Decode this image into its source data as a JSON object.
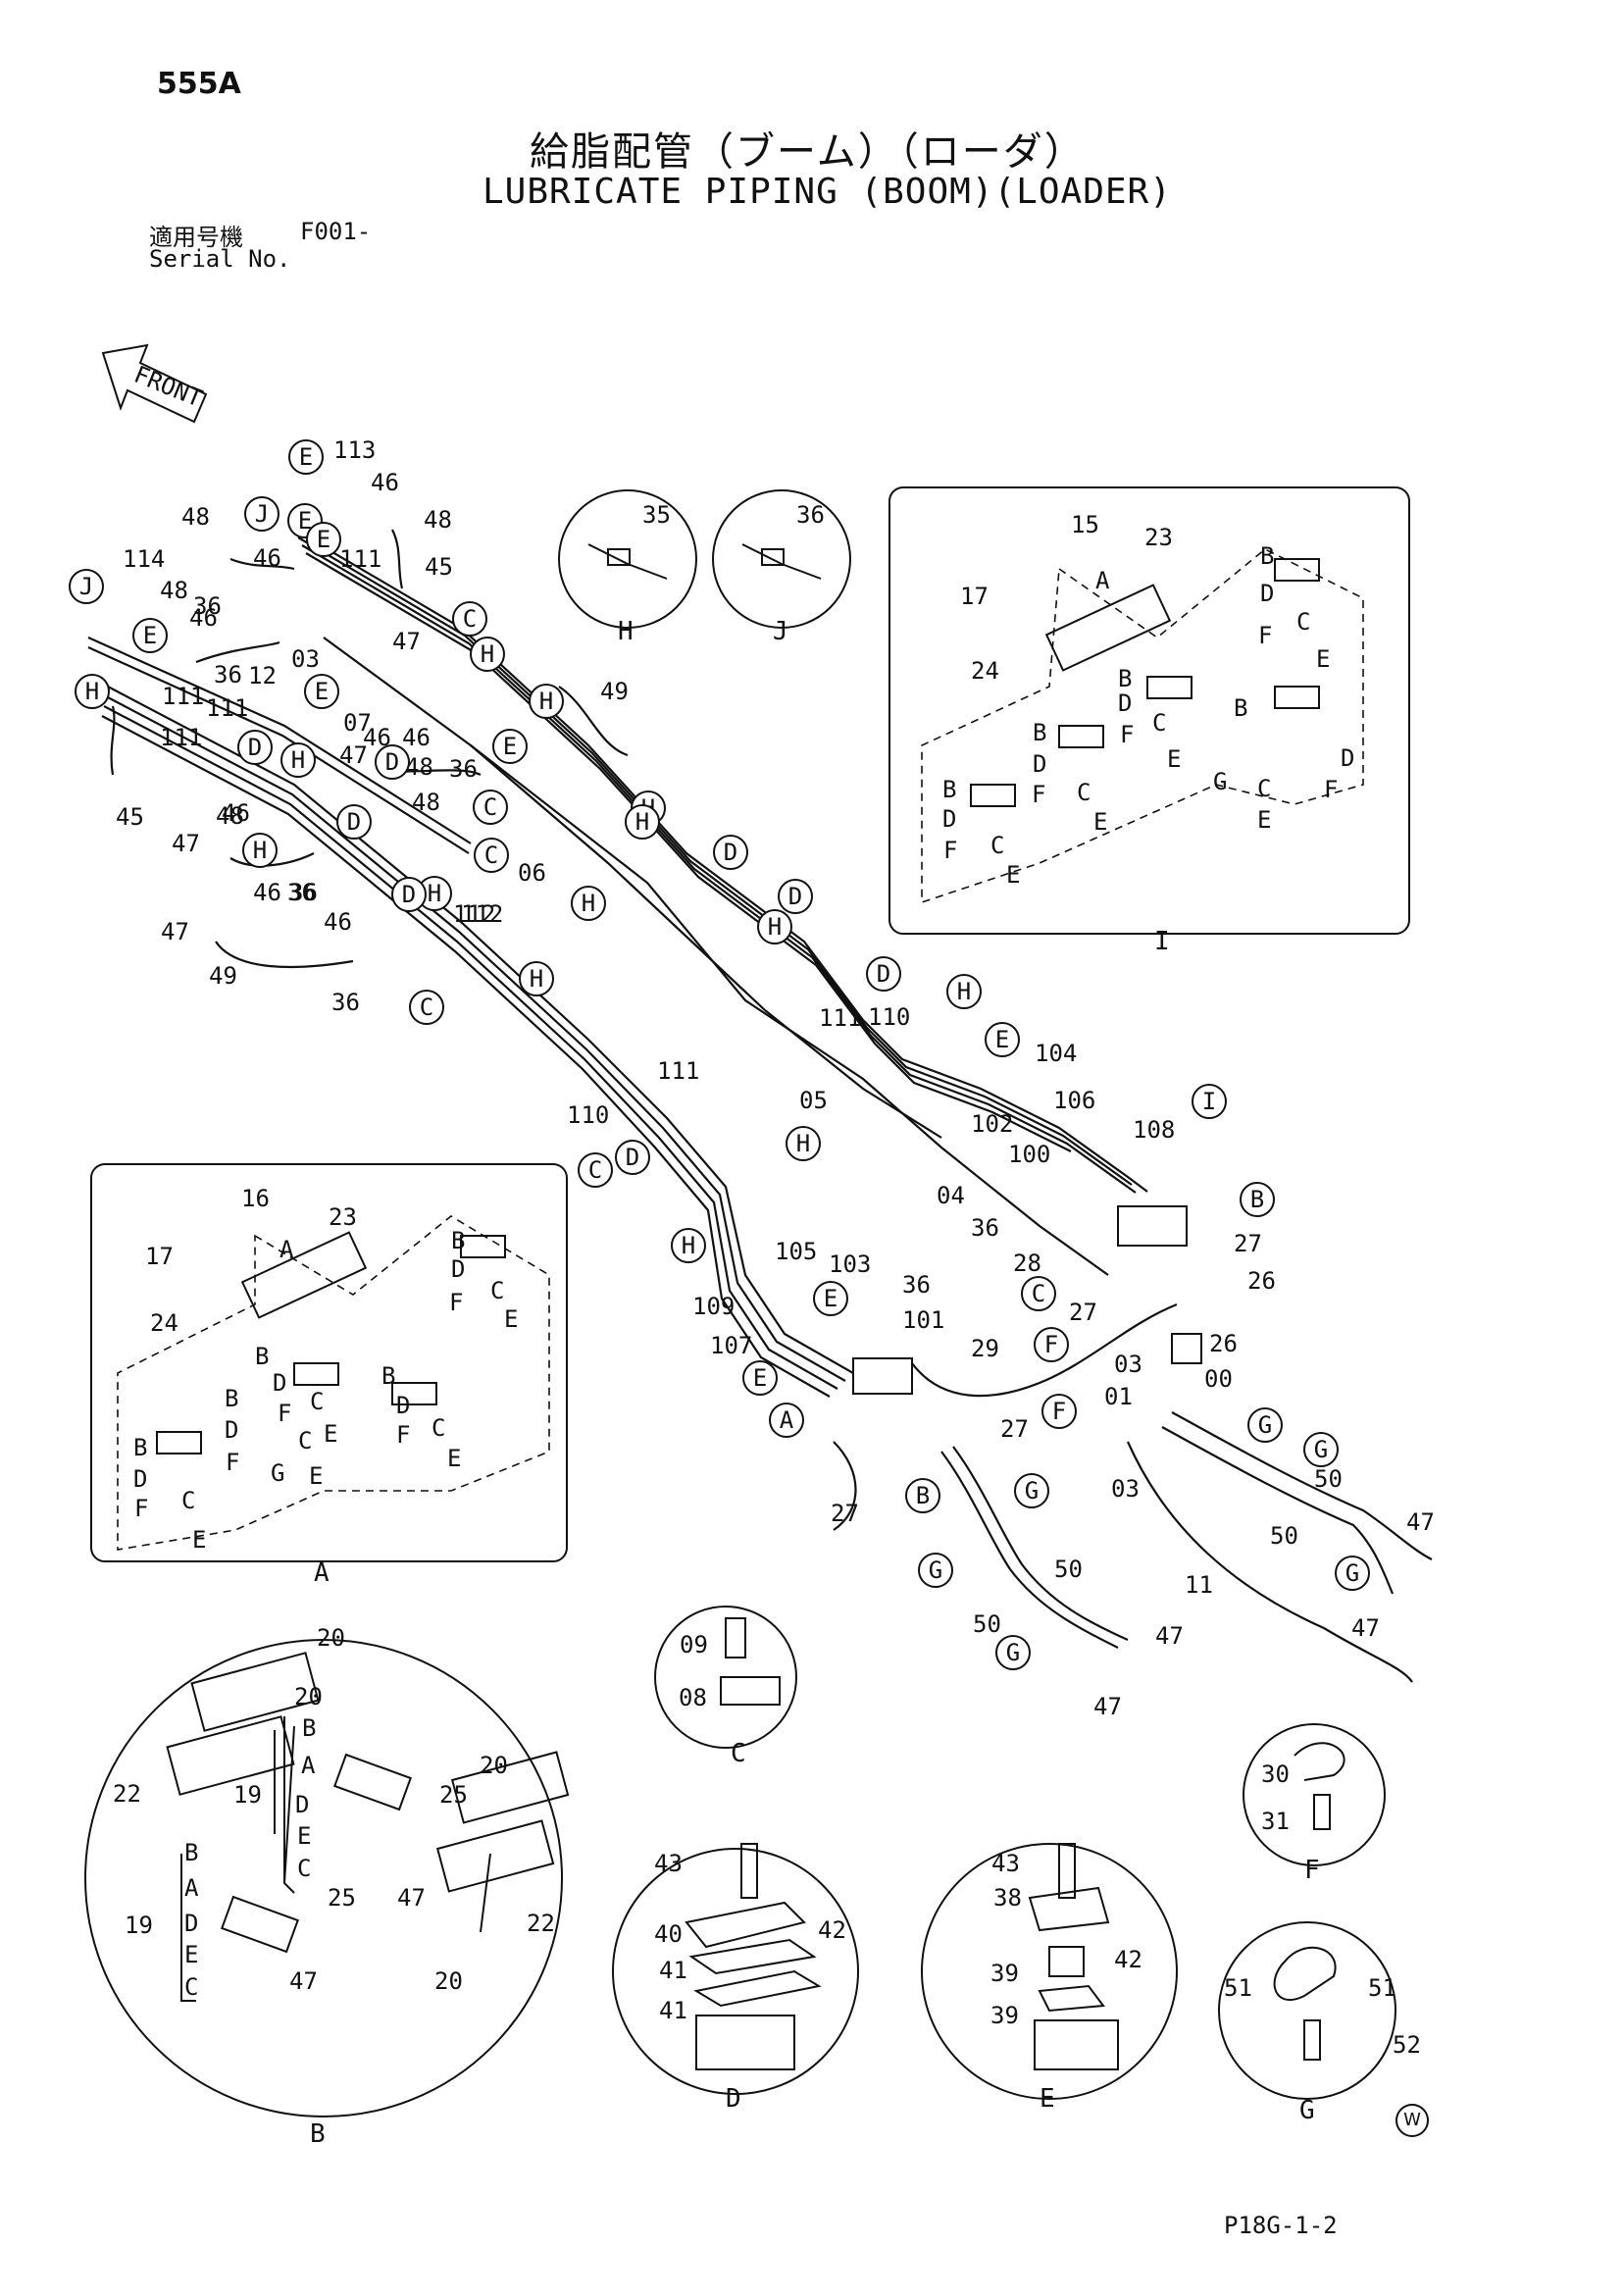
{
  "header": {
    "page_code": "555A",
    "title_jp": "給脂配管（ブーム）（ローダ）",
    "title_en": "LUBRICATE PIPING (BOOM)(LOADER)",
    "serial_label_jp": "適用号機",
    "serial_code": "F001-",
    "serial_label_en": "Serial No."
  },
  "front_label": "FRONT",
  "footer": {
    "figure_code": "P18G-1-2",
    "mark": "W"
  },
  "views": {
    "H": "H",
    "J": "J",
    "I": "I",
    "A": "A",
    "B": "B",
    "C": "C",
    "D": "D",
    "E": "E",
    "F": "F",
    "G": "G"
  },
  "main_labels": [
    {
      "t": "113"
    },
    {
      "t": "46"
    },
    {
      "t": "48"
    },
    {
      "t": "48"
    },
    {
      "t": "46"
    },
    {
      "t": "111"
    },
    {
      "t": "45"
    },
    {
      "t": "114"
    },
    {
      "t": "48"
    },
    {
      "t": "46"
    },
    {
      "t": "36"
    },
    {
      "t": "03"
    },
    {
      "t": "111"
    },
    {
      "t": "36"
    },
    {
      "t": "12"
    },
    {
      "t": "07"
    },
    {
      "t": "47"
    },
    {
      "t": "49"
    },
    {
      "t": "46"
    },
    {
      "t": "48"
    },
    {
      "t": "45"
    },
    {
      "t": "111"
    },
    {
      "t": "111"
    },
    {
      "t": "47"
    },
    {
      "t": "46"
    },
    {
      "t": "48"
    },
    {
      "t": "36"
    },
    {
      "t": "46"
    },
    {
      "t": "36"
    },
    {
      "t": "112"
    },
    {
      "t": "47"
    },
    {
      "t": "48"
    },
    {
      "t": "46"
    },
    {
      "t": "36"
    },
    {
      "t": "06"
    },
    {
      "t": "47"
    },
    {
      "t": "112"
    },
    {
      "t": "46"
    },
    {
      "t": "49"
    },
    {
      "t": "36"
    },
    {
      "t": "111"
    },
    {
      "t": "110"
    },
    {
      "t": "05"
    },
    {
      "t": "104"
    },
    {
      "t": "106"
    },
    {
      "t": "108"
    },
    {
      "t": "111"
    },
    {
      "t": "110"
    },
    {
      "t": "102"
    },
    {
      "t": "100"
    },
    {
      "t": "04"
    },
    {
      "t": "36"
    },
    {
      "t": "27"
    },
    {
      "t": "28"
    },
    {
      "t": "27"
    },
    {
      "t": "26"
    },
    {
      "t": "105"
    },
    {
      "t": "103"
    },
    {
      "t": "36"
    },
    {
      "t": "109"
    },
    {
      "t": "101"
    },
    {
      "t": "107"
    },
    {
      "t": "29"
    },
    {
      "t": "03"
    },
    {
      "t": "26"
    },
    {
      "t": "01"
    },
    {
      "t": "00"
    },
    {
      "t": "27"
    },
    {
      "t": "27"
    },
    {
      "t": "03"
    },
    {
      "t": "50"
    },
    {
      "t": "47"
    },
    {
      "t": "50"
    },
    {
      "t": "11"
    },
    {
      "t": "47"
    },
    {
      "t": "50"
    },
    {
      "t": "50"
    },
    {
      "t": "47"
    },
    {
      "t": "47"
    }
  ],
  "callouts": [
    {
      "t": "E"
    },
    {
      "t": "E"
    },
    {
      "t": "J"
    },
    {
      "t": "E"
    },
    {
      "t": "J"
    },
    {
      "t": "E"
    },
    {
      "t": "H"
    },
    {
      "t": "C"
    },
    {
      "t": "E"
    },
    {
      "t": "H"
    },
    {
      "t": "D"
    },
    {
      "t": "H"
    },
    {
      "t": "E"
    },
    {
      "t": "H"
    },
    {
      "t": "D"
    },
    {
      "t": "C"
    },
    {
      "t": "H"
    },
    {
      "t": "D"
    },
    {
      "t": "H"
    },
    {
      "t": "C"
    },
    {
      "t": "H"
    },
    {
      "t": "H"
    },
    {
      "t": "D"
    },
    {
      "t": "H"
    },
    {
      "t": "D"
    },
    {
      "t": "C"
    },
    {
      "t": "H"
    },
    {
      "t": "H"
    },
    {
      "t": "D"
    },
    {
      "t": "H"
    },
    {
      "t": "D"
    },
    {
      "t": "E"
    },
    {
      "t": "H"
    },
    {
      "t": "I"
    },
    {
      "t": "D"
    },
    {
      "t": "C"
    },
    {
      "t": "B"
    },
    {
      "t": "C"
    },
    {
      "t": "H"
    },
    {
      "t": "E"
    },
    {
      "t": "E"
    },
    {
      "t": "F"
    },
    {
      "t": "A"
    },
    {
      "t": "F"
    },
    {
      "t": "B"
    },
    {
      "t": "G"
    },
    {
      "t": "G"
    },
    {
      "t": "G"
    },
    {
      "t": "G"
    },
    {
      "t": "G"
    },
    {
      "t": "G"
    }
  ],
  "detail_labels": [
    {
      "t": "35"
    },
    {
      "t": "36"
    },
    {
      "t": "15"
    },
    {
      "t": "23"
    },
    {
      "t": "A"
    },
    {
      "t": "17"
    },
    {
      "t": "24"
    },
    {
      "t": "B"
    },
    {
      "t": "D"
    },
    {
      "t": "F"
    },
    {
      "t": "C"
    },
    {
      "t": "E"
    },
    {
      "t": "B"
    },
    {
      "t": "D"
    },
    {
      "t": "F"
    },
    {
      "t": "C"
    },
    {
      "t": "E"
    },
    {
      "t": "B"
    },
    {
      "t": "D"
    },
    {
      "t": "F"
    },
    {
      "t": "C"
    },
    {
      "t": "E"
    },
    {
      "t": "B"
    },
    {
      "t": "G"
    },
    {
      "t": "C"
    },
    {
      "t": "E"
    },
    {
      "t": "D"
    },
    {
      "t": "F"
    },
    {
      "t": "B"
    },
    {
      "t": "D"
    },
    {
      "t": "F"
    },
    {
      "t": "C"
    },
    {
      "t": "E"
    },
    {
      "t": "16"
    },
    {
      "t": "23"
    },
    {
      "t": "A"
    },
    {
      "t": "17"
    },
    {
      "t": "24"
    },
    {
      "t": "B"
    },
    {
      "t": "D"
    },
    {
      "t": "F"
    },
    {
      "t": "C"
    },
    {
      "t": "E"
    },
    {
      "t": "B"
    },
    {
      "t": "D"
    },
    {
      "t": "F"
    },
    {
      "t": "C"
    },
    {
      "t": "E"
    },
    {
      "t": "B"
    },
    {
      "t": "D"
    },
    {
      "t": "F"
    },
    {
      "t": "G"
    },
    {
      "t": "C"
    },
    {
      "t": "E"
    },
    {
      "t": "B"
    },
    {
      "t": "D"
    },
    {
      "t": "F"
    },
    {
      "t": "C"
    },
    {
      "t": "E"
    },
    {
      "t": "B"
    },
    {
      "t": "D"
    },
    {
      "t": "F"
    },
    {
      "t": "C"
    },
    {
      "t": "E"
    },
    {
      "t": "09"
    },
    {
      "t": "08"
    },
    {
      "t": "20"
    },
    {
      "t": "20"
    },
    {
      "t": "22"
    },
    {
      "t": "B"
    },
    {
      "t": "A"
    },
    {
      "t": "19"
    },
    {
      "t": "D"
    },
    {
      "t": "E"
    },
    {
      "t": "C"
    },
    {
      "t": "25"
    },
    {
      "t": "20"
    },
    {
      "t": "47"
    },
    {
      "t": "B"
    },
    {
      "t": "A"
    },
    {
      "t": "19"
    },
    {
      "t": "D"
    },
    {
      "t": "E"
    },
    {
      "t": "C"
    },
    {
      "t": "25"
    },
    {
      "t": "47"
    },
    {
      "t": "20"
    },
    {
      "t": "22"
    },
    {
      "t": "43"
    },
    {
      "t": "40"
    },
    {
      "t": "42"
    },
    {
      "t": "41"
    },
    {
      "t": "41"
    },
    {
      "t": "43"
    },
    {
      "t": "38"
    },
    {
      "t": "42"
    },
    {
      "t": "39"
    },
    {
      "t": "39"
    },
    {
      "t": "30"
    },
    {
      "t": "31"
    },
    {
      "t": "51"
    },
    {
      "t": "51"
    },
    {
      "t": "52"
    }
  ]
}
